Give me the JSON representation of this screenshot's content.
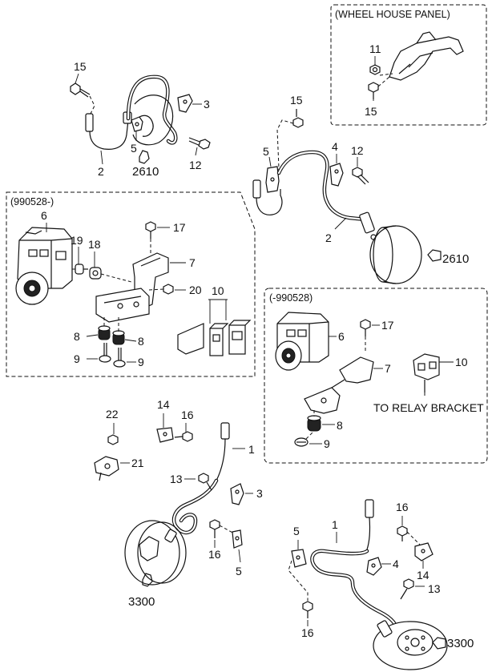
{
  "sections": {
    "wheel_house": "(WHEEL HOUSE PANEL)",
    "after": "(990528-)",
    "before": "(-990528)"
  },
  "labels": {
    "wh_11": "11",
    "wh_15": "15",
    "fl_15": "15",
    "fl_3": "3",
    "fl_5": "5",
    "fl_2": "2",
    "fl_2610": "2610",
    "fl_12": "12",
    "fr_15": "15",
    "fr_5": "5",
    "fr_4": "4",
    "fr_12": "12",
    "fr_2": "2",
    "fr_2610": "2610",
    "a_6": "6",
    "a_17": "17",
    "a_19": "19",
    "a_18": "18",
    "a_7": "7",
    "a_20": "20",
    "a_10": "10",
    "a_8l": "8",
    "a_8r": "8",
    "a_9l": "9",
    "a_9r": "9",
    "b_6": "6",
    "b_17": "17",
    "b_7": "7",
    "b_10": "10",
    "b_8": "8",
    "b_9": "9",
    "b_relay": "TO RELAY BRACKET",
    "rl_22": "22",
    "rl_14": "14",
    "rl_16": "16",
    "rl_1": "1",
    "rl_21": "21",
    "rl_13": "13",
    "rl_3": "3",
    "rl_16b": "16",
    "rl_5": "5",
    "rl_3300": "3300",
    "rr_5": "5",
    "rr_1": "1",
    "rr_16": "16",
    "rr_4": "4",
    "rr_14": "14",
    "rr_13": "13",
    "rr_16b": "16",
    "rr_3300": "3300"
  }
}
